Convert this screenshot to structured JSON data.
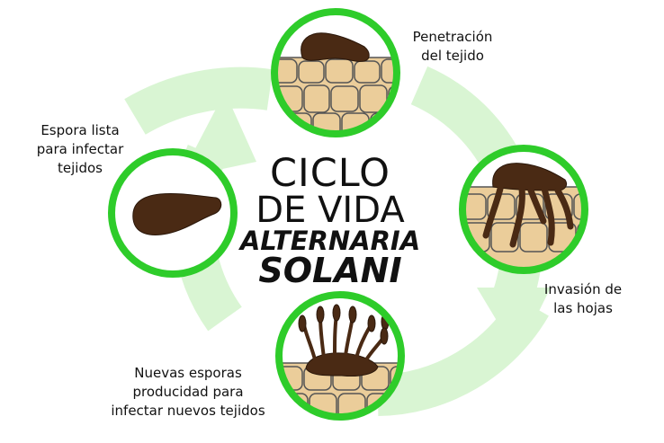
{
  "title": {
    "line1": "CICLO",
    "line2": "DE VIDA",
    "line3": "ALTERNARIA",
    "line4": "SOLANI"
  },
  "stages": [
    {
      "id": "penetration",
      "lines": [
        "Penetración",
        "del tejido"
      ]
    },
    {
      "id": "invasion",
      "lines": [
        "Invasión de",
        "las hojas"
      ]
    },
    {
      "id": "new-spores",
      "lines": [
        "Nuevas esporas",
        "producidad para",
        "infectar nuevos tejidos"
      ]
    },
    {
      "id": "spore-ready",
      "lines": [
        "Espora lista",
        "para infectar",
        "tejidos"
      ]
    }
  ],
  "colors": {
    "ring": "#2ecc2a",
    "arrow": "#d9f5d3",
    "cell": "#ebcd9a",
    "cell_stroke": "#555555",
    "fungus": "#4a2a14"
  }
}
